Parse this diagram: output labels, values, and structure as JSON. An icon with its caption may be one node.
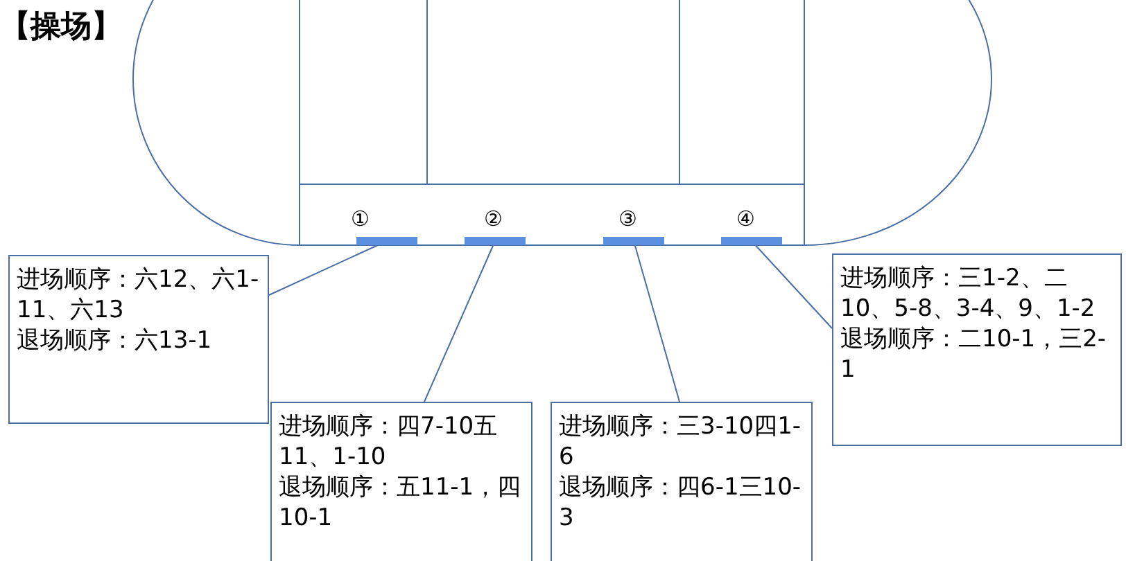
{
  "diagram": {
    "title": "【操场】",
    "nodes": [
      {
        "text": [],
        "shape": "bar",
        "beside": [
          "①"
        ]
      },
      {
        "text": [],
        "shape": "bar",
        "beside": [
          "②"
        ]
      },
      {
        "text": [],
        "shape": "bar",
        "beside": [
          "③"
        ]
      },
      {
        "text": [],
        "shape": "bar",
        "beside": [
          "④"
        ]
      },
      {
        "text": [
          "进场顺序：六12、六1-11、六13",
          "退场顺序：六13-1"
        ]
      },
      {
        "text": [
          "进场顺序：四7-10五11、1-10",
          "退场顺序：五11-1，四10-1"
        ]
      },
      {
        "text": [
          "进场顺序：三3-10四1-6",
          "退场顺序：四6-1三10-3"
        ]
      },
      {
        "text": [
          "进场顺序：三1-2、二10、5-8、3-4、9、1-2",
          "退场顺序：二10-1，三2-1"
        ]
      }
    ],
    "edges": [
      {
        "from": 4,
        "to": 0,
        "arrow": "none"
      },
      {
        "from": 5,
        "to": 1,
        "arrow": "none"
      },
      {
        "from": 6,
        "to": 2,
        "arrow": "none"
      },
      {
        "from": 7,
        "to": 3,
        "arrow": "none"
      }
    ]
  }
}
